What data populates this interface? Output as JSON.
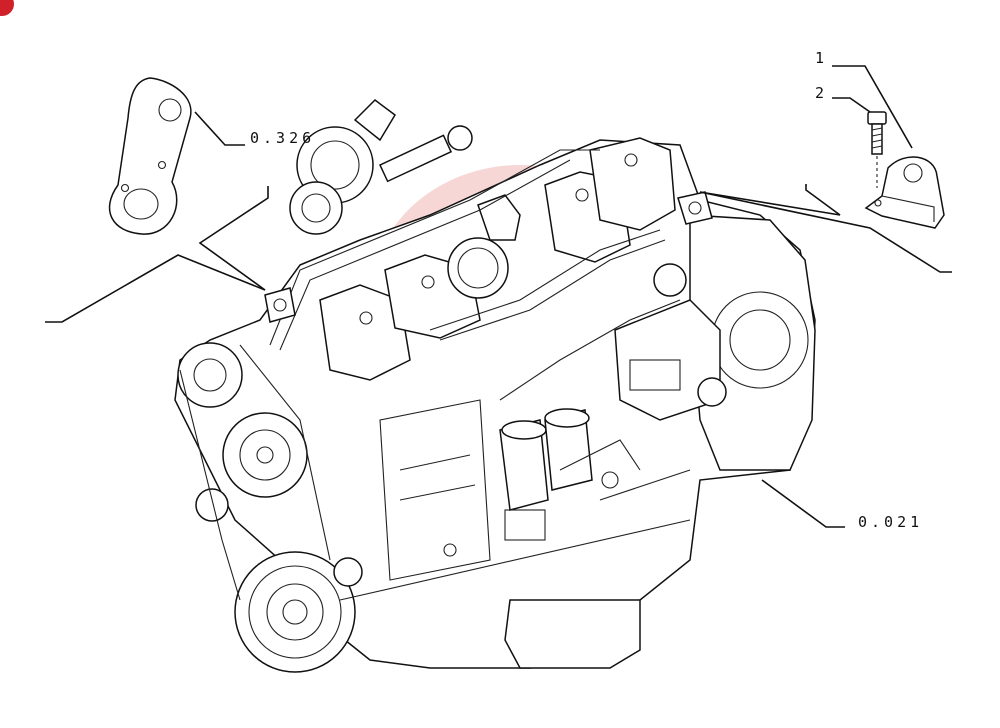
{
  "callouts": {
    "item_1": "1",
    "item_2": "2",
    "ref_bracket": "0.326",
    "ref_engine": "0.021"
  },
  "colors": {
    "corner_badge": "#d0202a",
    "watermark": "#e88a8a",
    "line": "#111111"
  },
  "icons": [
    "corner-badge-icon",
    "watermark-icon"
  ]
}
